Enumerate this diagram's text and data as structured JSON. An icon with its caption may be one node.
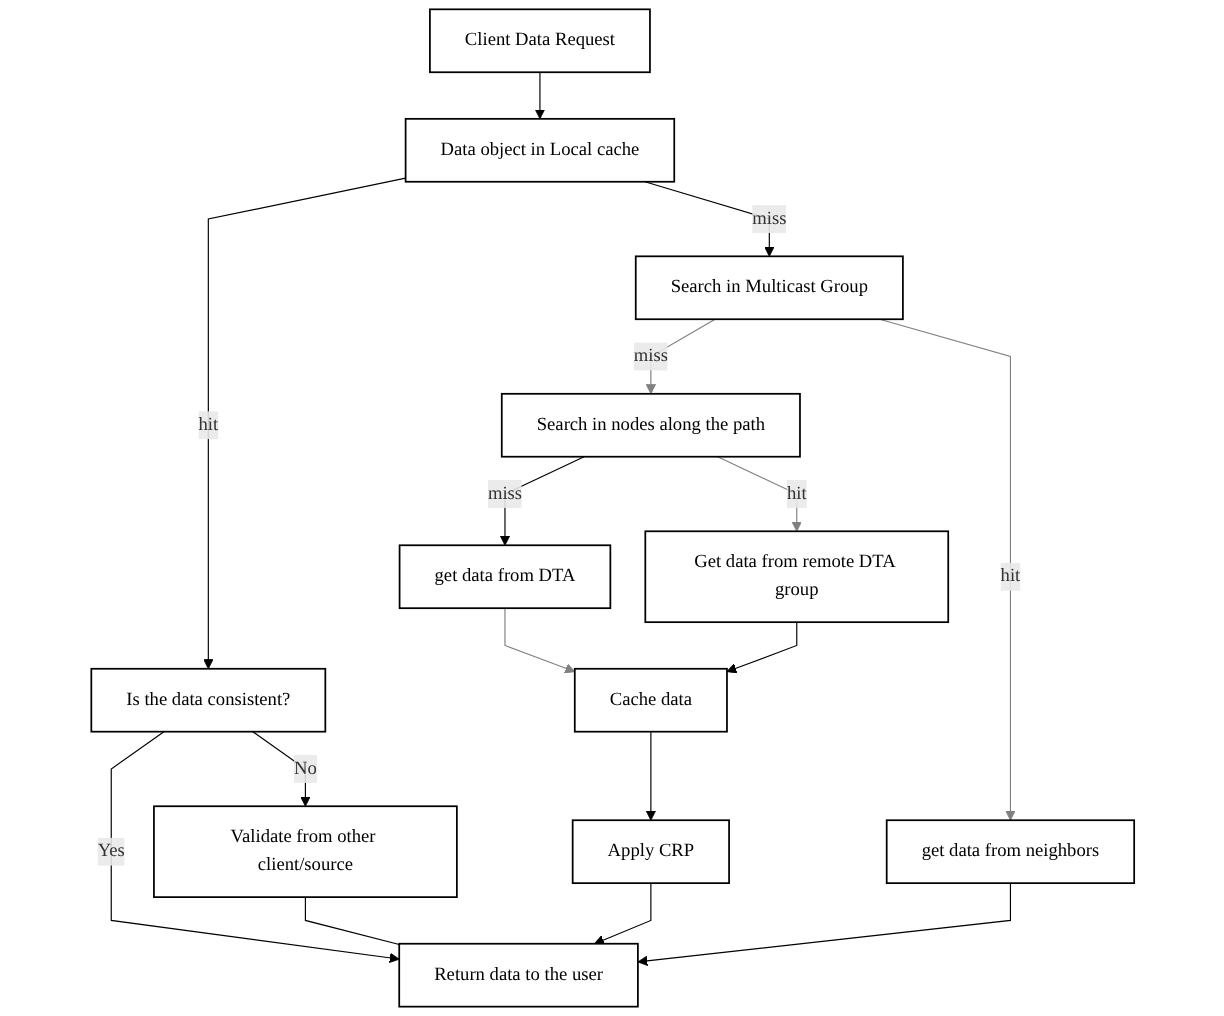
{
  "diagram": {
    "nodes": [
      {
        "text": [
          "Client Data Request"
        ]
      },
      {
        "text": [
          "Data object in Local cache"
        ]
      },
      {
        "text": [
          "Is the data consistent?"
        ]
      },
      {
        "text": [
          "Validate from other client/source"
        ]
      },
      {
        "text": [
          "Search in nodes along the path"
        ]
      },
      {
        "text": [
          "Search in Multicast Group"
        ]
      },
      {
        "text": [
          "Return data to the user"
        ]
      },
      {
        "text": [
          "get data from DTA"
        ]
      },
      {
        "text": [
          "get data from neighbors"
        ]
      },
      {
        "text": [
          "Get data from remote DTA group"
        ]
      },
      {
        "text": [
          "Cache data"
        ]
      },
      {
        "text": [
          "Apply CRP"
        ]
      }
    ],
    "edges": [
      {
        "from": 0,
        "to": 1,
        "arrow": "to"
      },
      {
        "from": 1,
        "to": 2,
        "arrow": "to",
        "label": "hit"
      },
      {
        "from": 2,
        "to": 3,
        "arrow": "to",
        "label": "No"
      },
      {
        "from": 1,
        "to": 5,
        "arrow": "to",
        "label": "miss"
      },
      {
        "from": 2,
        "to": 6,
        "arrow": "to",
        "label": "Yes"
      },
      {
        "from": 3,
        "to": 6,
        "arrow": "none"
      },
      {
        "from": 5,
        "to": 4,
        "arrow": "to",
        "label": "miss",
        "color": "#808080"
      },
      {
        "from": 4,
        "to": 7,
        "arrow": "to",
        "label": "miss"
      },
      {
        "from": 4,
        "to": 9,
        "arrow": "to",
        "label": "hit",
        "color": "#808080"
      },
      {
        "from": 5,
        "to": 8,
        "arrow": "to",
        "label": "hit",
        "color": "#808080"
      },
      {
        "from": 7,
        "to": 10,
        "arrow": "to",
        "color": "#808080"
      },
      {
        "from": 9,
        "to": 10,
        "arrow": "to"
      },
      {
        "from": 10,
        "to": 11,
        "arrow": "to"
      },
      {
        "from": 11,
        "to": 6,
        "arrow": "to"
      },
      {
        "from": 8,
        "to": 6,
        "arrow": "to"
      }
    ]
  }
}
